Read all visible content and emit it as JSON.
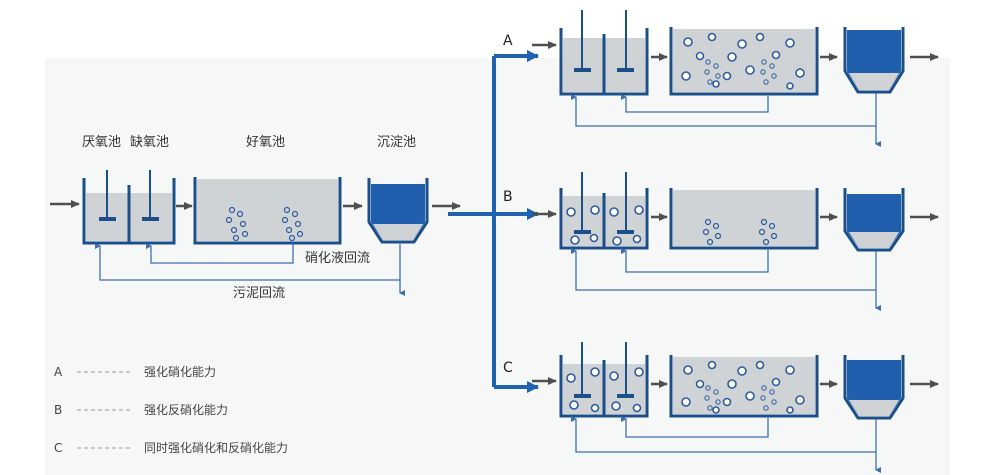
{
  "colors": {
    "tank_frame": "#1c4e8a",
    "tank_fill": "#cfd3d6",
    "basin_blue": "#1f5fae",
    "arrow_gray": "#4f4f4f",
    "branch_blue": "#1f63b0",
    "line_blue": "#3f6fb0",
    "bubble": "#2d5c9e",
    "background": "#f6f8f8"
  },
  "base_process": {
    "labels": {
      "anaerobic": "厌氧池",
      "anoxic": "缺氧池",
      "aerobic": "好氧池",
      "settling": "沉淀池"
    },
    "nitrate_recycle": "硝化液回流",
    "sludge_return": "污泥回流"
  },
  "branches": [
    {
      "letter": "A",
      "variant": "enhanced-nitrification"
    },
    {
      "letter": "B",
      "variant": "enhanced-denitrification"
    },
    {
      "letter": "C",
      "variant": "simultaneous"
    }
  ],
  "legend": [
    {
      "letter": "A",
      "dashes": "--------",
      "text": "强化硝化能力"
    },
    {
      "letter": "B",
      "dashes": "--------",
      "text": "强化反硝化能力"
    },
    {
      "letter": "C",
      "dashes": "--------",
      "text": "同时强化硝化和反硝化能力"
    }
  ],
  "icons": {
    "mixer": "mixer-icon",
    "arrow": "arrow-right-icon",
    "bubble": "aeration-bubble-icon"
  }
}
